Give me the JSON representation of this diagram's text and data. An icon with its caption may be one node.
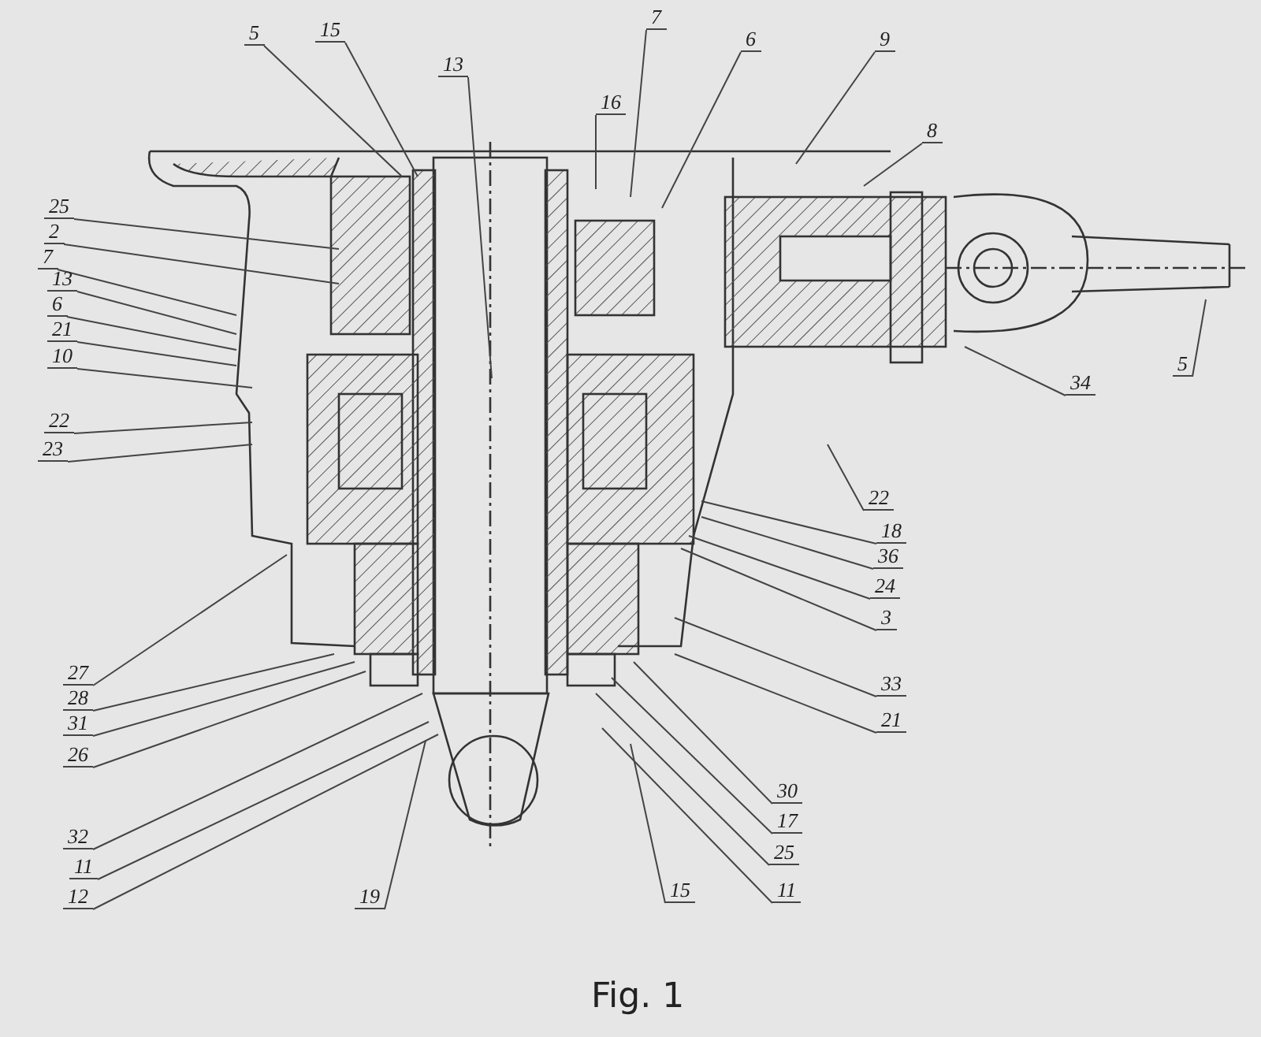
{
  "diagram": {
    "caption": "Fig. 1",
    "nodes": [
      {
        "text": [
          "5"
        ]
      },
      {
        "text": [
          "15"
        ]
      },
      {
        "text": [
          "13"
        ]
      },
      {
        "text": [
          "16"
        ]
      },
      {
        "text": [
          "7"
        ]
      },
      {
        "text": [
          "6"
        ]
      },
      {
        "text": [
          "9"
        ]
      },
      {
        "text": [
          "8"
        ]
      },
      {
        "text": [
          "25"
        ]
      },
      {
        "text": [
          "2"
        ]
      },
      {
        "text": [
          "7"
        ]
      },
      {
        "text": [
          "13"
        ]
      },
      {
        "text": [
          "6"
        ]
      },
      {
        "text": [
          "21"
        ]
      },
      {
        "text": [
          "10"
        ]
      },
      {
        "text": [
          "34"
        ]
      },
      {
        "text": [
          "5"
        ]
      },
      {
        "text": [
          "22"
        ]
      },
      {
        "text": [
          "23"
        ]
      },
      {
        "text": [
          "22"
        ]
      },
      {
        "text": [
          "18"
        ]
      },
      {
        "text": [
          "36"
        ]
      },
      {
        "text": [
          "24"
        ]
      },
      {
        "text": [
          "3"
        ]
      },
      {
        "text": [
          "27"
        ]
      },
      {
        "text": [
          "28"
        ]
      },
      {
        "text": [
          "33"
        ]
      },
      {
        "text": [
          "31"
        ]
      },
      {
        "text": [
          "21"
        ]
      },
      {
        "text": [
          "26"
        ]
      },
      {
        "text": [
          "30"
        ]
      },
      {
        "text": [
          "17"
        ]
      },
      {
        "text": [
          "32"
        ]
      },
      {
        "text": [
          "25"
        ]
      },
      {
        "text": [
          "11"
        ]
      },
      {
        "text": [
          "12"
        ]
      },
      {
        "text": [
          "19"
        ]
      },
      {
        "text": [
          "15"
        ]
      },
      {
        "text": [
          "11"
        ]
      }
    ],
    "edges": [
      {
        "from": 0,
        "to": null,
        "arrow": "none"
      },
      {
        "from": 1,
        "to": null,
        "arrow": "none"
      },
      {
        "from": 2,
        "to": null,
        "arrow": "none"
      },
      {
        "from": 3,
        "to": null,
        "arrow": "none"
      },
      {
        "from": 4,
        "to": null,
        "arrow": "none"
      },
      {
        "from": 5,
        "to": null,
        "arrow": "none"
      },
      {
        "from": 6,
        "to": null,
        "arrow": "none"
      },
      {
        "from": 7,
        "to": null,
        "arrow": "none"
      },
      {
        "from": 8,
        "to": null,
        "arrow": "none"
      },
      {
        "from": 9,
        "to": null,
        "arrow": "none"
      },
      {
        "from": 10,
        "to": null,
        "arrow": "none"
      },
      {
        "from": 11,
        "to": null,
        "arrow": "none"
      },
      {
        "from": 12,
        "to": null,
        "arrow": "none"
      },
      {
        "from": 13,
        "to": null,
        "arrow": "none"
      },
      {
        "from": 14,
        "to": null,
        "arrow": "none"
      },
      {
        "from": 15,
        "to": null,
        "arrow": "none"
      },
      {
        "from": 16,
        "to": null,
        "arrow": "none"
      },
      {
        "from": 17,
        "to": null,
        "arrow": "none"
      },
      {
        "from": 18,
        "to": null,
        "arrow": "none"
      },
      {
        "from": 19,
        "to": null,
        "arrow": "none"
      },
      {
        "from": 20,
        "to": null,
        "arrow": "none"
      },
      {
        "from": 21,
        "to": null,
        "arrow": "none"
      },
      {
        "from": 22,
        "to": null,
        "arrow": "none"
      },
      {
        "from": 23,
        "to": null,
        "arrow": "none"
      },
      {
        "from": 24,
        "to": null,
        "arrow": "none"
      },
      {
        "from": 25,
        "to": null,
        "arrow": "none"
      },
      {
        "from": 26,
        "to": null,
        "arrow": "none"
      },
      {
        "from": 27,
        "to": null,
        "arrow": "none"
      },
      {
        "from": 28,
        "to": null,
        "arrow": "none"
      },
      {
        "from": 29,
        "to": null,
        "arrow": "none"
      },
      {
        "from": 30,
        "to": null,
        "arrow": "none"
      },
      {
        "from": 31,
        "to": null,
        "arrow": "none"
      },
      {
        "from": 32,
        "to": null,
        "arrow": "none"
      },
      {
        "from": 33,
        "to": null,
        "arrow": "none"
      },
      {
        "from": 34,
        "to": null,
        "arrow": "none"
      },
      {
        "from": 35,
        "to": null,
        "arrow": "none"
      },
      {
        "from": 36,
        "to": null,
        "arrow": "none"
      },
      {
        "from": 37,
        "to": null,
        "arrow": "none"
      },
      {
        "from": 38,
        "to": null,
        "arrow": "none"
      }
    ]
  }
}
